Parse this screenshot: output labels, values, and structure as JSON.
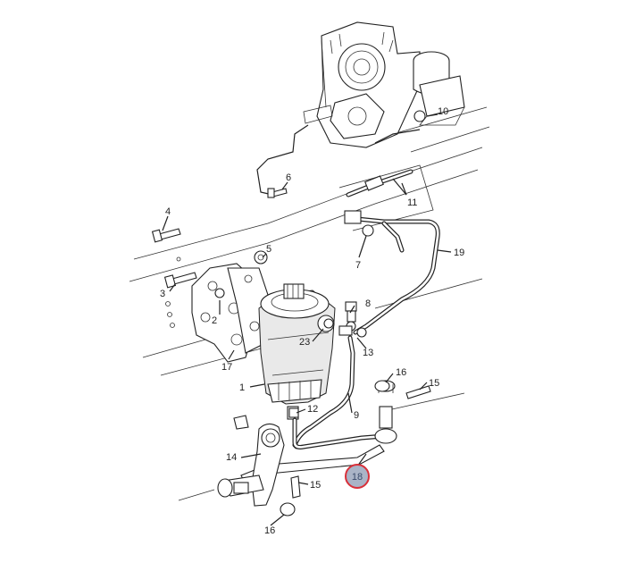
{
  "colors": {
    "line": "#222222",
    "highlight_ring": "#d9303a",
    "highlight_fill": "#aab4c7",
    "highlight_text": "#3a4a6a"
  },
  "callouts": [
    {
      "id": "1",
      "label": "1"
    },
    {
      "id": "2",
      "label": "2"
    },
    {
      "id": "3",
      "label": "3"
    },
    {
      "id": "4",
      "label": "4"
    },
    {
      "id": "5",
      "label": "5"
    },
    {
      "id": "6",
      "label": "6"
    },
    {
      "id": "7",
      "label": "7"
    },
    {
      "id": "8",
      "label": "8"
    },
    {
      "id": "9",
      "label": "9"
    },
    {
      "id": "10",
      "label": "10"
    },
    {
      "id": "11",
      "label": "11"
    },
    {
      "id": "12",
      "label": "12"
    },
    {
      "id": "13",
      "label": "13"
    },
    {
      "id": "14",
      "label": "14"
    },
    {
      "id": "15a",
      "label": "15"
    },
    {
      "id": "15b",
      "label": "15"
    },
    {
      "id": "16a",
      "label": "16"
    },
    {
      "id": "16b",
      "label": "16"
    },
    {
      "id": "17",
      "label": "17"
    },
    {
      "id": "18",
      "label": "18",
      "highlighted": true
    },
    {
      "id": "19",
      "label": "19"
    },
    {
      "id": "23",
      "label": "23"
    }
  ]
}
